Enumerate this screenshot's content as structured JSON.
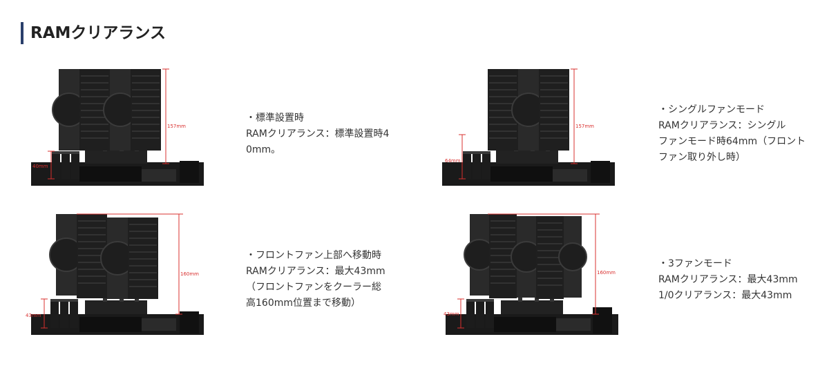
{
  "section_title": "RAMクリアランス",
  "colors": {
    "accent_bar": "#2a3f6b",
    "dimension_line": "#d9302f",
    "cooler_dark": "#262626"
  },
  "items": [
    {
      "ram_label": "40mm",
      "height_label": "157mm",
      "lines": [
        "・標準設置時",
        "RAMクリアランス：標準設置時4",
        "0mm。"
      ]
    },
    {
      "ram_label": "64mm",
      "height_label": "157mm",
      "lines": [
        "・シングルファンモード",
        "RAMクリアランス：シングル",
        "ファンモード時64mm（フロント",
        "ファン取り外し時）"
      ]
    },
    {
      "ram_label": "43mm",
      "height_label": "160mm",
      "lines": [
        "・フロントファン上部へ移動時",
        "RAMクリアランス：最大43mm",
        "（フロントファンをクーラー総",
        "高160mm位置まで移動）"
      ]
    },
    {
      "ram_label": "43mm",
      "height_label": "160mm",
      "lines": [
        "・3ファンモード",
        "RAMクリアランス：最大43mm",
        "1/0クリアランス：最大43mm"
      ]
    }
  ]
}
